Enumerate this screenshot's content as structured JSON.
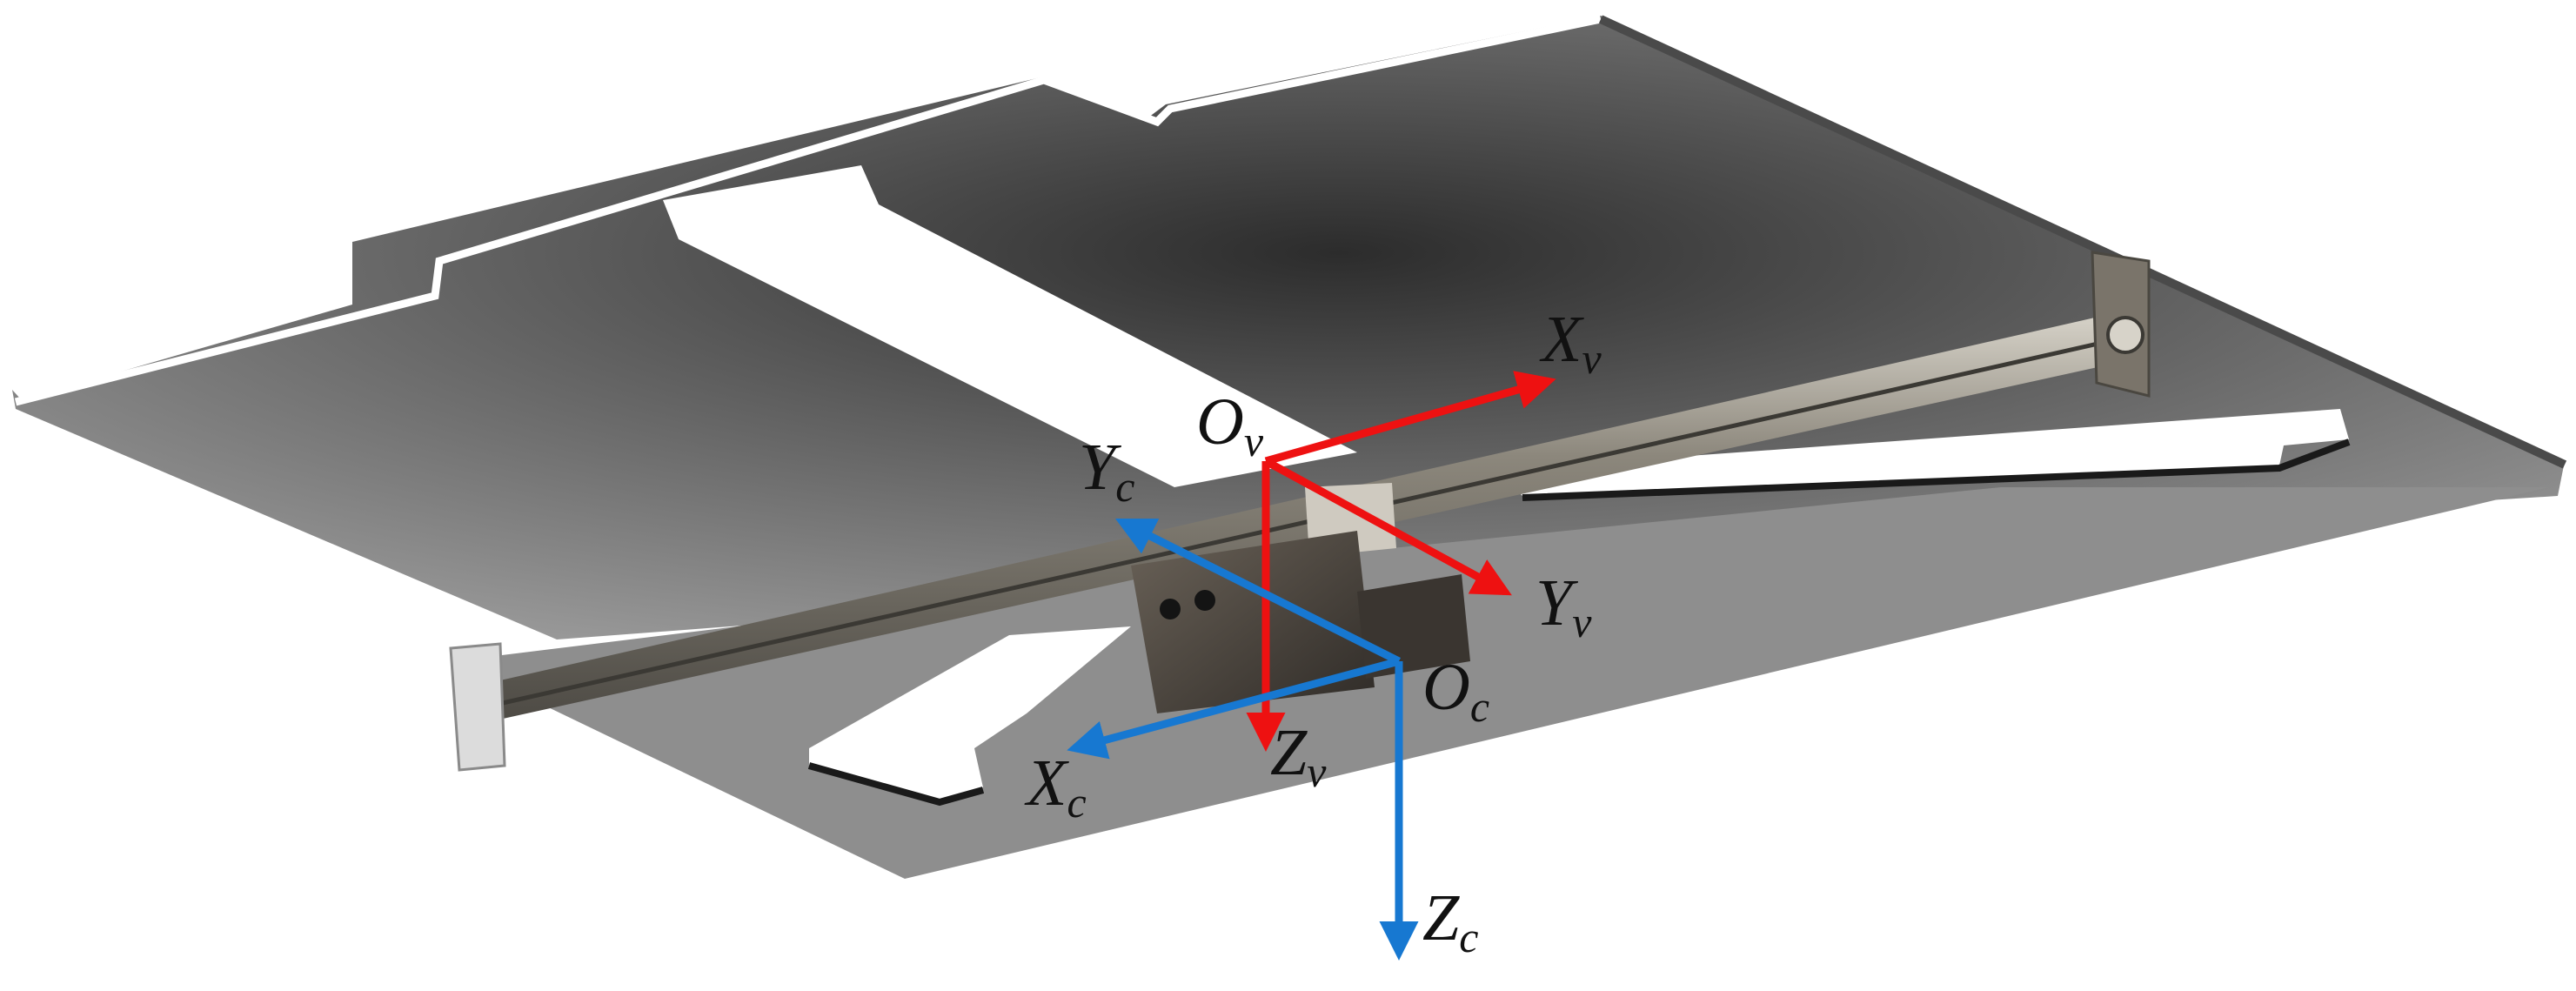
{
  "colors": {
    "vehicle_frame": "#ee1111",
    "camera_frame": "#1778d1",
    "plate": "#8a8a8a",
    "rail": "#6e6a62",
    "slot": "#ffffff",
    "label": "#111111"
  },
  "frames": {
    "vehicle": {
      "origin": {
        "main": "O",
        "sub": "v"
      },
      "x": {
        "main": "X",
        "sub": "v"
      },
      "y": {
        "main": "Y",
        "sub": "v"
      },
      "z": {
        "main": "Z",
        "sub": "v"
      }
    },
    "camera": {
      "origin": {
        "main": "O",
        "sub": "c"
      },
      "x": {
        "main": "X",
        "sub": "c"
      },
      "y": {
        "main": "Y",
        "sub": "c"
      },
      "z": {
        "main": "Z",
        "sub": "c"
      }
    }
  }
}
